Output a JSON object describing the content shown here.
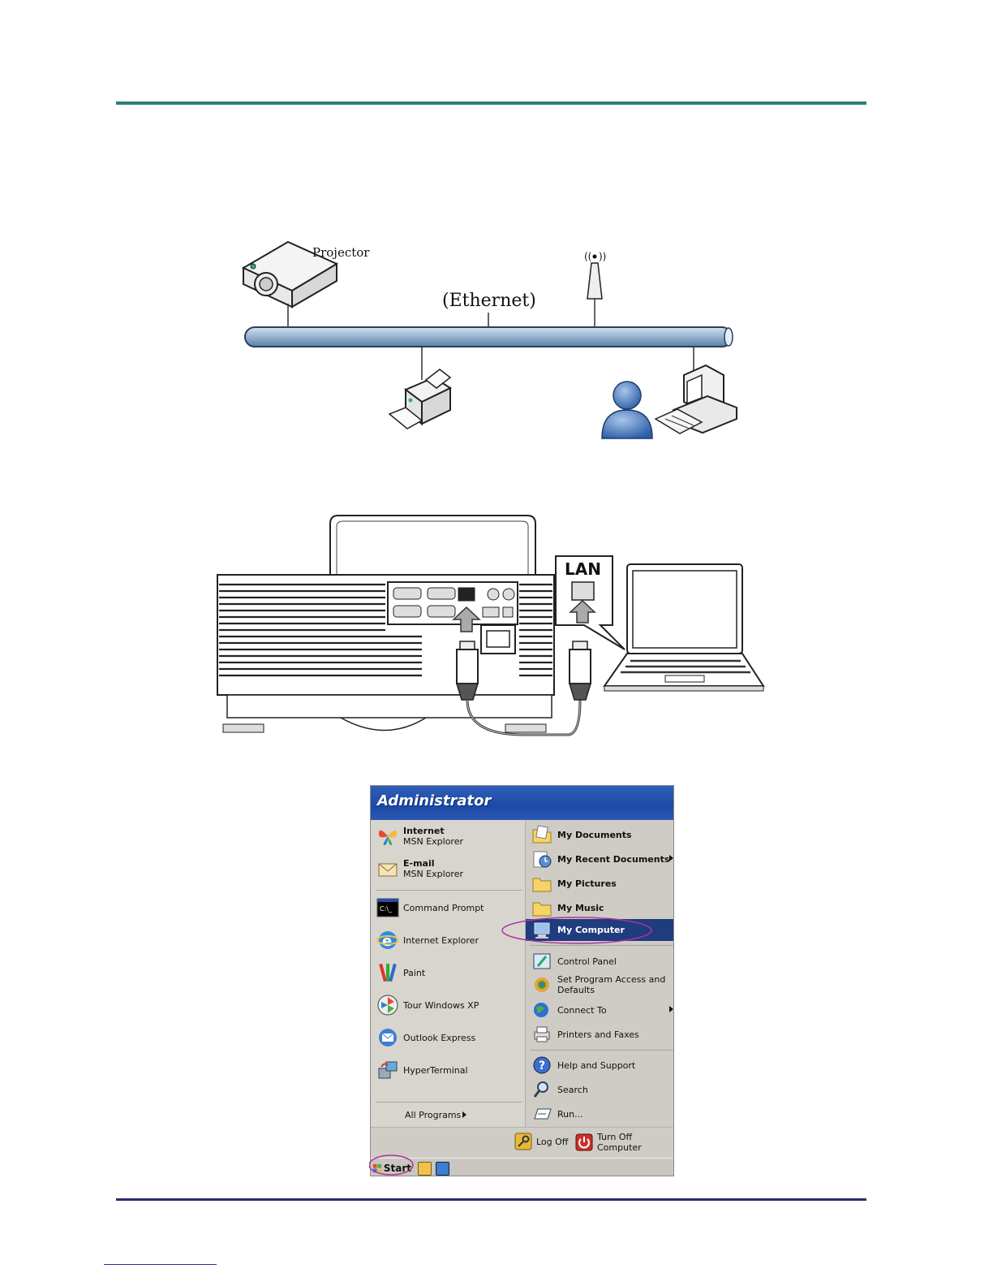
{
  "diagram": {
    "projector_label": "Projector",
    "ethernet_label": "(Ethernet)",
    "lan_label": "LAN"
  },
  "start_menu": {
    "user_name": "Administrator",
    "pinned": [
      {
        "title": "Internet",
        "subtitle": "MSN Explorer"
      },
      {
        "title": "E-mail",
        "subtitle": "MSN Explorer"
      }
    ],
    "recent": [
      "Command Prompt",
      "Internet Explorer",
      "Paint",
      "Tour Windows XP",
      "Outlook Express",
      "HyperTerminal"
    ],
    "all_programs": "All Programs",
    "places": [
      "My Documents",
      "My Recent Documents",
      "My Pictures",
      "My Music",
      "My Computer"
    ],
    "system": [
      "Control Panel",
      "Set Program Access and Defaults",
      "Connect To",
      "Printers and Faxes"
    ],
    "help": [
      "Help and Support",
      "Search",
      "Run..."
    ],
    "log_off": "Log Off",
    "turn_off": "Turn Off Computer",
    "start_button": "Start",
    "selected_item": "My Computer",
    "icons": [
      "msn-butterfly-icon",
      "email-icon",
      "command-prompt-icon",
      "internet-explorer-icon",
      "paint-icon",
      "tour-icon",
      "outlook-icon",
      "hyperterminal-icon",
      "folder-icon",
      "clock-icon",
      "globe-icon",
      "printer-icon",
      "help-icon",
      "search-icon",
      "run-icon",
      "key-icon",
      "power-icon"
    ]
  }
}
